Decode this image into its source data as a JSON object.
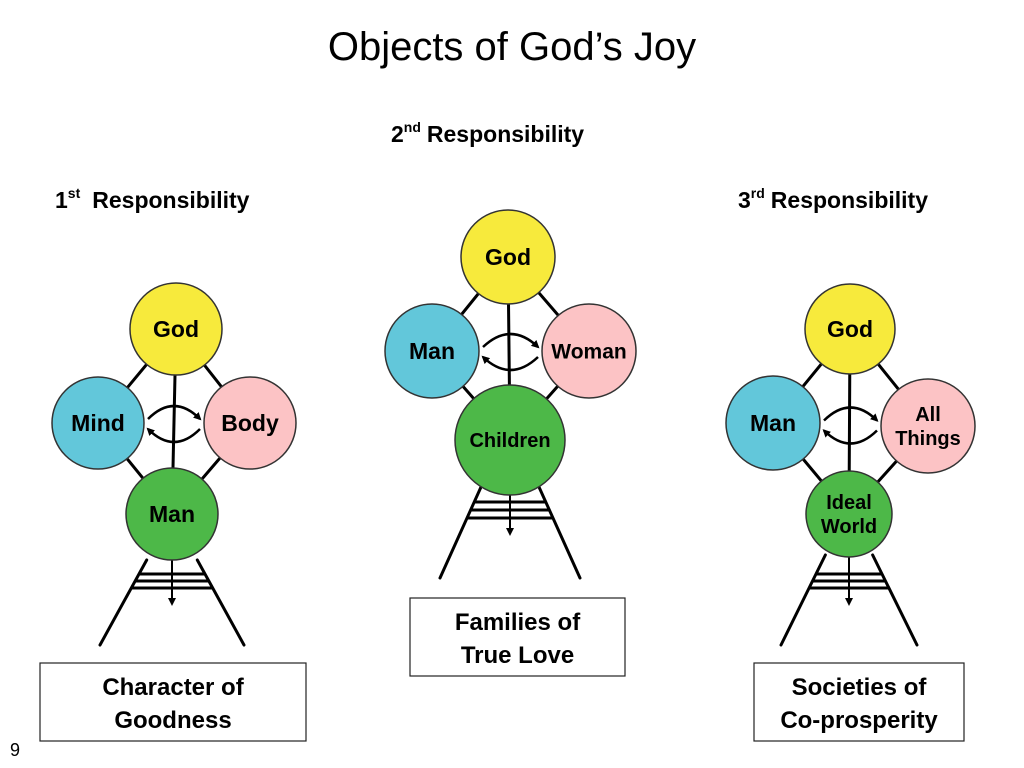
{
  "slide": {
    "title": "Objects of God’s Joy",
    "page_number": "9"
  },
  "colors": {
    "god": "#f7ea3c",
    "left_node": "#62c7da",
    "right_node": "#fcc3c5",
    "bottom_node": "#4db848",
    "outline": "#000000"
  },
  "diagrams": [
    {
      "id": "first",
      "heading": {
        "num": "1",
        "sup": "st",
        "text": "Responsibility"
      },
      "nodes": {
        "top": "God",
        "left": "Mind",
        "right": "Body",
        "bottom": [
          "Man"
        ]
      },
      "result": [
        "Character of",
        "Goodness"
      ]
    },
    {
      "id": "second",
      "heading": {
        "num": "2",
        "sup": "nd",
        "text": "Responsibility"
      },
      "nodes": {
        "top": "God",
        "left": "Man",
        "right": "Woman",
        "bottom": [
          "Children"
        ]
      },
      "result": [
        "Families of",
        "True Love"
      ]
    },
    {
      "id": "third",
      "heading": {
        "num": "3",
        "sup": "rd",
        "text": "Responsibility"
      },
      "nodes": {
        "top": "God",
        "left": "Man",
        "right": [
          "All",
          "Things"
        ],
        "bottom": [
          "Ideal",
          "World"
        ]
      },
      "result": [
        "Societies of",
        "Co-prosperity"
      ]
    }
  ]
}
